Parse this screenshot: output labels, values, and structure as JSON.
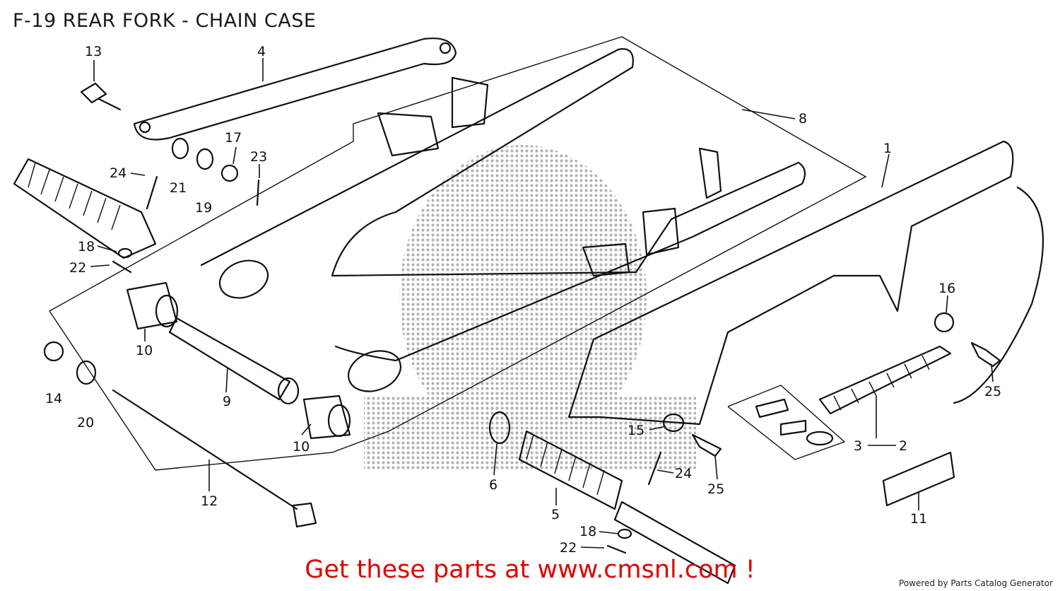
{
  "title": "F-19 REAR FORK - CHAIN CASE",
  "callouts": {
    "c1": "1",
    "c2": "2",
    "c3": "3",
    "c4": "4",
    "c5": "5",
    "c6": "6",
    "c8": "8",
    "c9": "9",
    "c10a": "10",
    "c10b": "10",
    "c11": "11",
    "c12": "12",
    "c13": "13",
    "c14": "14",
    "c15": "15",
    "c16": "16",
    "c17": "17",
    "c18a": "18",
    "c18b": "18",
    "c19": "19",
    "c20": "20",
    "c21": "21",
    "c22a": "22",
    "c22b": "22",
    "c23": "23",
    "c24a": "24",
    "c24b": "24",
    "c25a": "25",
    "c25b": "25"
  },
  "cta": "Get these parts at www.cmsnl.com !",
  "footer": "Powered by Parts Catalog Generator",
  "colors": {
    "cta": "#e00000",
    "watermark": "#9a9a9a"
  }
}
